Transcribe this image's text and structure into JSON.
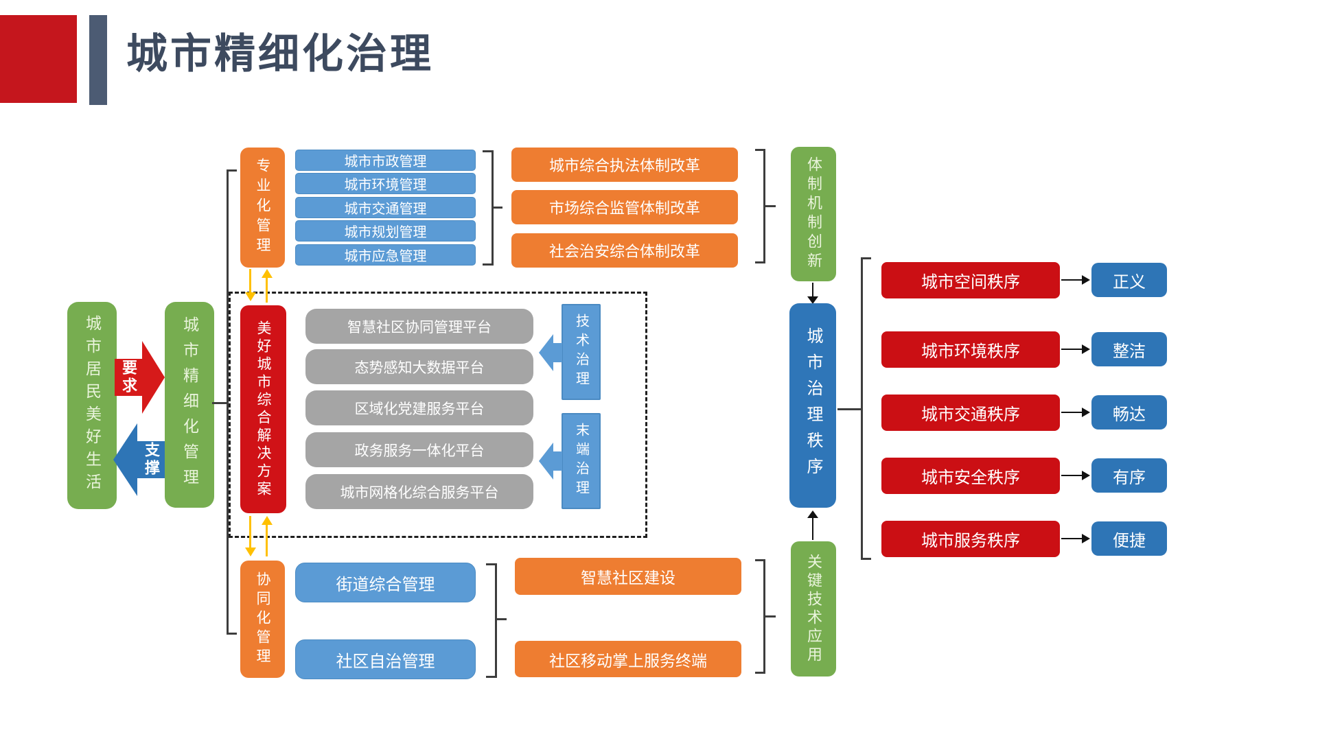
{
  "slide": {
    "title": "城市精细化治理"
  },
  "left": {
    "residents_box": "城市居民美好生活",
    "demand_arrow": "要求",
    "support_arrow": "支撑",
    "management_box": "城市精细化管理"
  },
  "top_section": {
    "category": "专业化管理",
    "blue_items": [
      "城市市政管理",
      "城市环境管理",
      "城市交通管理",
      "城市规划管理",
      "城市应急管理"
    ],
    "orange_items": [
      "城市综合执法体制改革",
      "市场综合监管体制改革",
      "社会治安综合体制改革"
    ],
    "result": "体制机制创新"
  },
  "middle_section": {
    "category": "美好城市综合解决方案",
    "gray_items": [
      "智慧社区协同管理平台",
      "态势感知大数据平台",
      "区域化党建服务平台",
      "政务服务一体化平台",
      "城市网格化综合服务平台"
    ],
    "tech_label": "技术治理",
    "terminal_label": "末端治理"
  },
  "bottom_section": {
    "category": "协同化管理",
    "blue_items": [
      "街道综合管理",
      "社区自治管理"
    ],
    "orange_items": [
      "智慧社区建设",
      "社区移动掌上服务终端"
    ],
    "result": "关键技术应用"
  },
  "right_section": {
    "hub": "城市治理秩序",
    "orders": [
      {
        "label": "城市空间秩序",
        "value": "正义"
      },
      {
        "label": "城市环境秩序",
        "value": "整洁"
      },
      {
        "label": "城市交通秩序",
        "value": "畅达"
      },
      {
        "label": "城市安全秩序",
        "value": "有序"
      },
      {
        "label": "城市服务秩序",
        "value": "便捷"
      }
    ]
  },
  "colors": {
    "title_text": "#3D4A5F",
    "header_square_red": "#C5161D",
    "header_bar_slate": "#4C5B73",
    "green": "#77AD50",
    "orange": "#EE7D31",
    "light_blue": "#5B9BD5",
    "medium_blue": "#2E75B6",
    "gray": "#A5A5A5",
    "red": "#CB0F14",
    "yellow_arrow": "#FFC000"
  }
}
